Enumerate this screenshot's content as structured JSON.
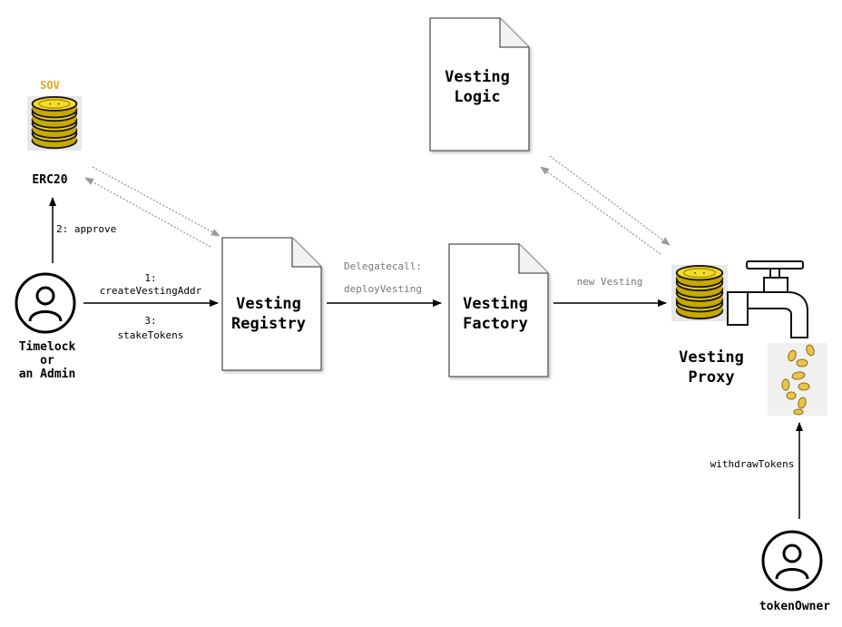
{
  "colors": {
    "sov_label": "#f0a020",
    "coin_fill": "#f2d21a",
    "coin_dark": "#c9a800",
    "arrow": "#000000",
    "dashed_arrow": "#9a9a9a",
    "gray_text": "#777777"
  },
  "token": {
    "sov_label": "SOV",
    "erc20_label": "ERC20"
  },
  "actors": {
    "admin": {
      "line1": "Timelock",
      "line2": "or",
      "line3": "an Admin"
    },
    "owner": {
      "label": "tokenOwner"
    }
  },
  "documents": {
    "registry": {
      "line1": "Vesting",
      "line2": "Registry"
    },
    "factory": {
      "line1": "Vesting",
      "line2": "Factory"
    },
    "logic": {
      "line1": "Vesting",
      "line2": "Logic"
    }
  },
  "proxy": {
    "line1": "Vesting",
    "line2": "Proxy"
  },
  "edges": {
    "approve": "2: approve",
    "step1_num": "1:",
    "step1_fn": "createVestingAddr",
    "step3_num": "3:",
    "step3_fn": "stakeTokens",
    "delegatecall": "Delegatecall:",
    "deploy": "deployVesting",
    "new_vesting": "new Vesting",
    "withdraw": "withdrawTokens"
  },
  "icons": {
    "coin_stack": "coin-stack-icon",
    "person": "person-icon",
    "faucet": "faucet-icon",
    "falling_coins": "falling-coins-icon",
    "document": "document-icon"
  }
}
